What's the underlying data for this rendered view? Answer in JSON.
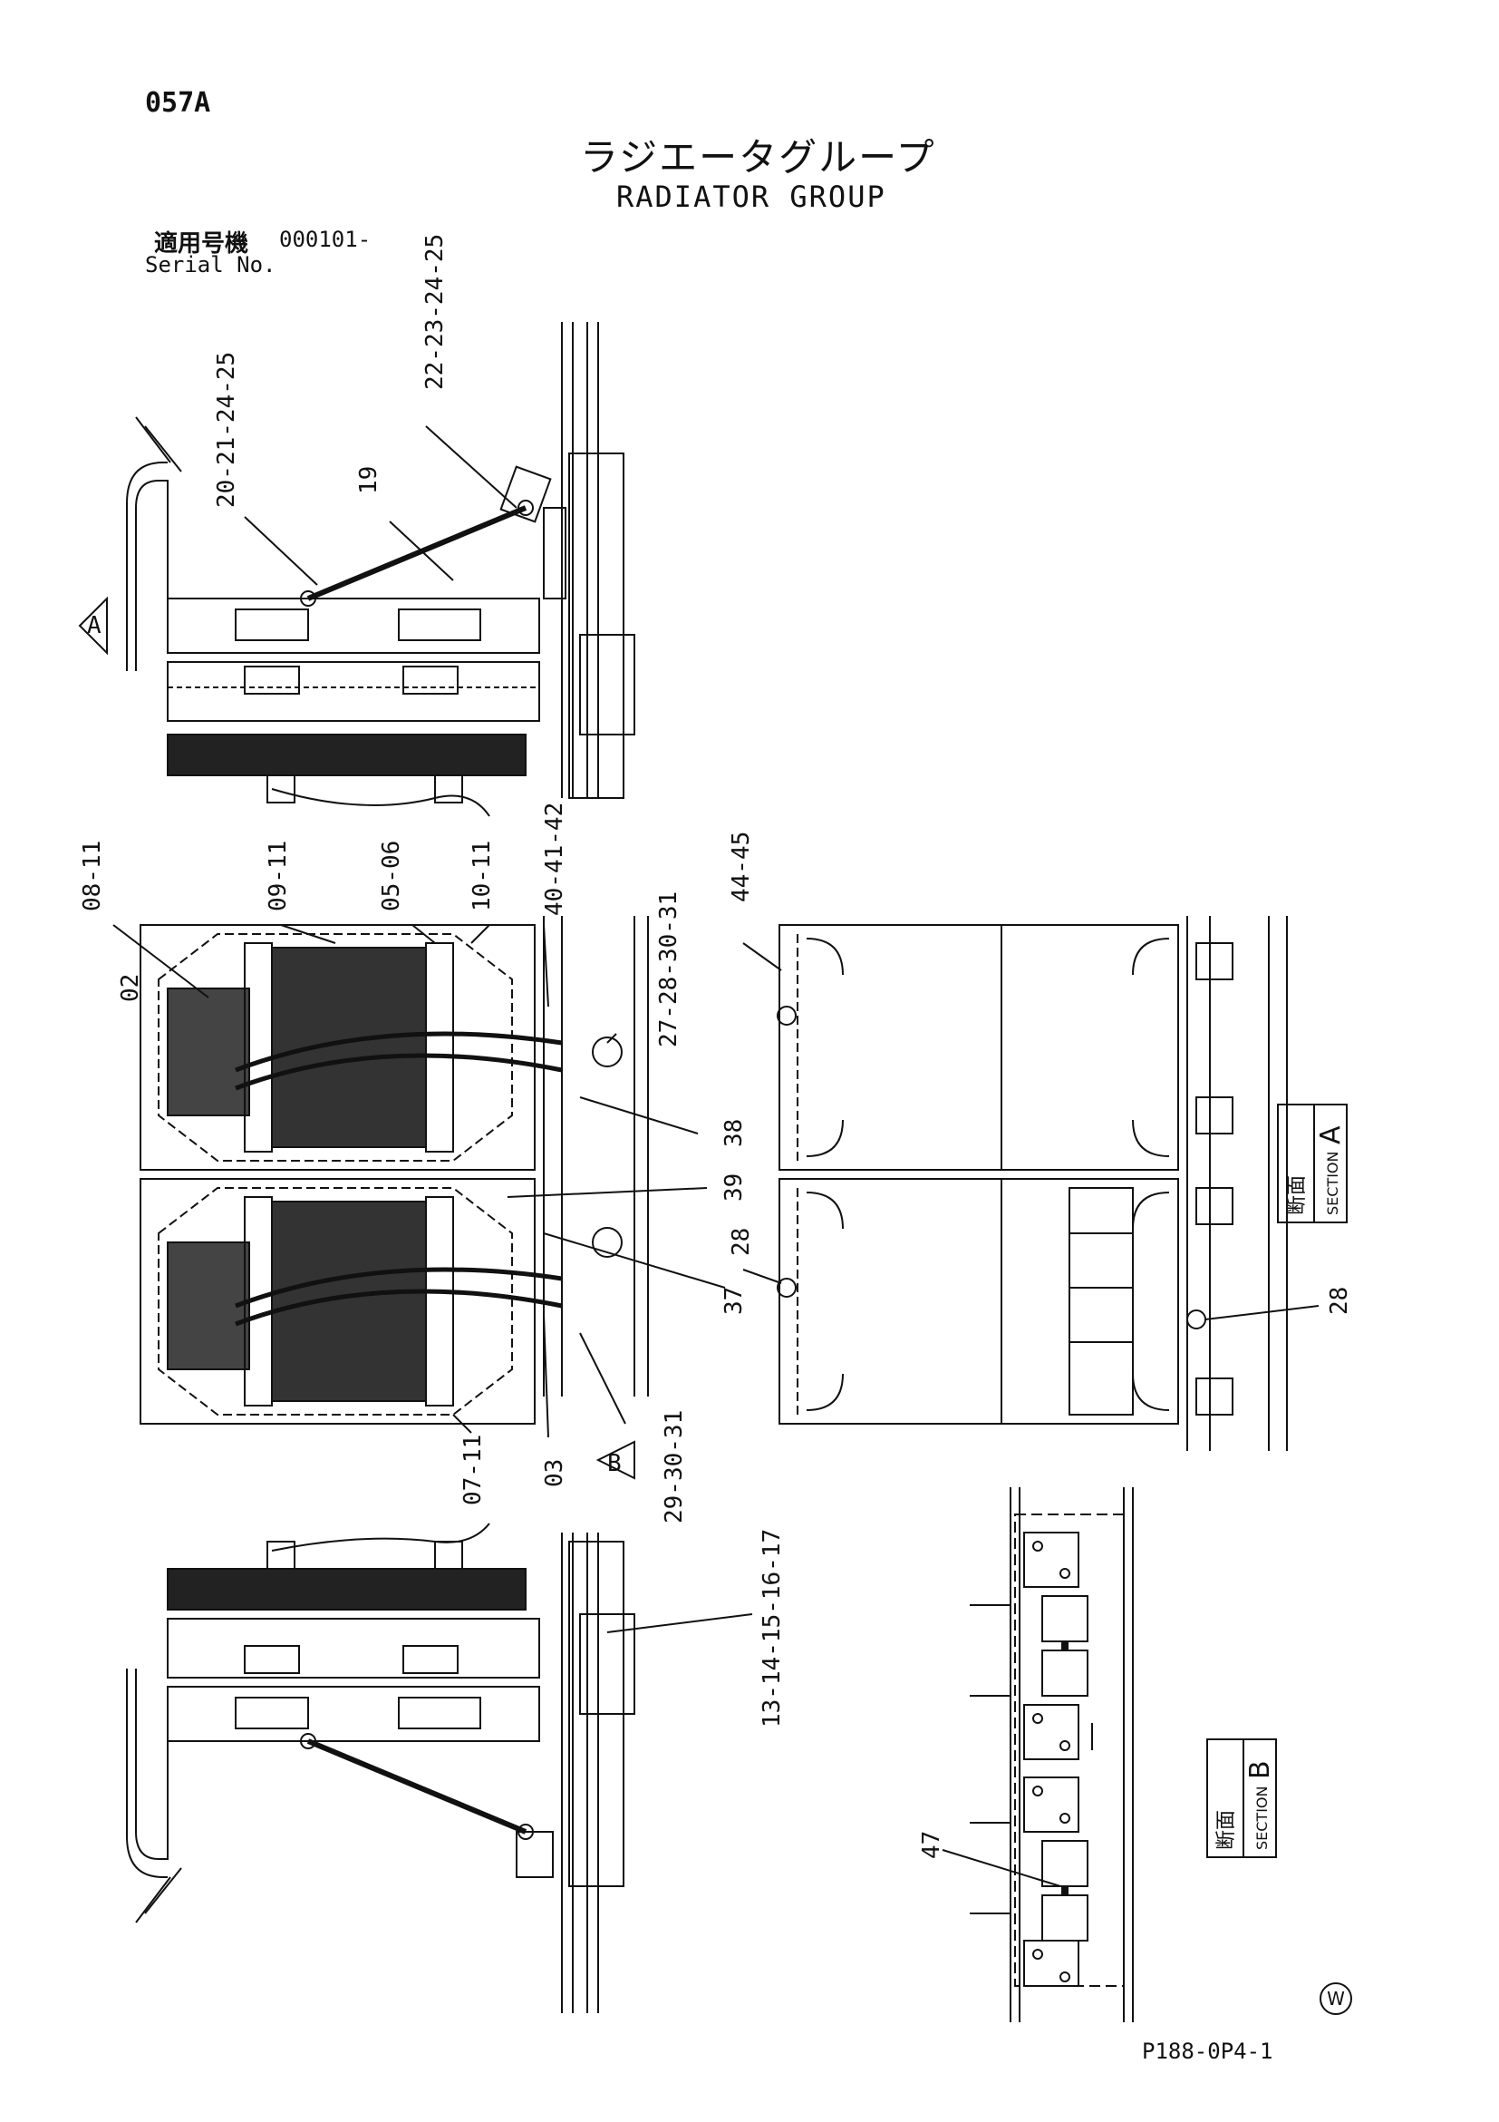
{
  "header": {
    "page_code": "057A",
    "title_ja": "ラジエータグループ",
    "title_en": "RADIATOR GROUP",
    "serial_label_ja": "適用号機",
    "serial_value": "000101-",
    "serial_label_en": "Serial No."
  },
  "footer": {
    "drawing_code": "P188-0P4-1",
    "mark": "W"
  },
  "part_labels": {
    "top_view": [
      "22\n23\n24\n25",
      "20\n21\n24\n25",
      "19"
    ],
    "top_marker": "A",
    "front_view": [
      "08\n11",
      "02",
      "09\n11",
      "05\n06",
      "10\n11",
      "40\n41\n42",
      "27\n28\n30\n31",
      "38",
      "39",
      "37",
      "07\n11",
      "03",
      "29\n30\n31"
    ],
    "front_marker": "B",
    "section_a_labels": [
      "44\n45",
      "28",
      "28"
    ],
    "bottom_view": [
      "13\n14\n15\n16\n17"
    ],
    "section_b_labels": [
      "47"
    ]
  },
  "sections": {
    "a": {
      "ja": "断面",
      "en": "SECTION",
      "letter": "A"
    },
    "b": {
      "ja": "断面",
      "en": "SECTION",
      "letter": "B"
    }
  }
}
